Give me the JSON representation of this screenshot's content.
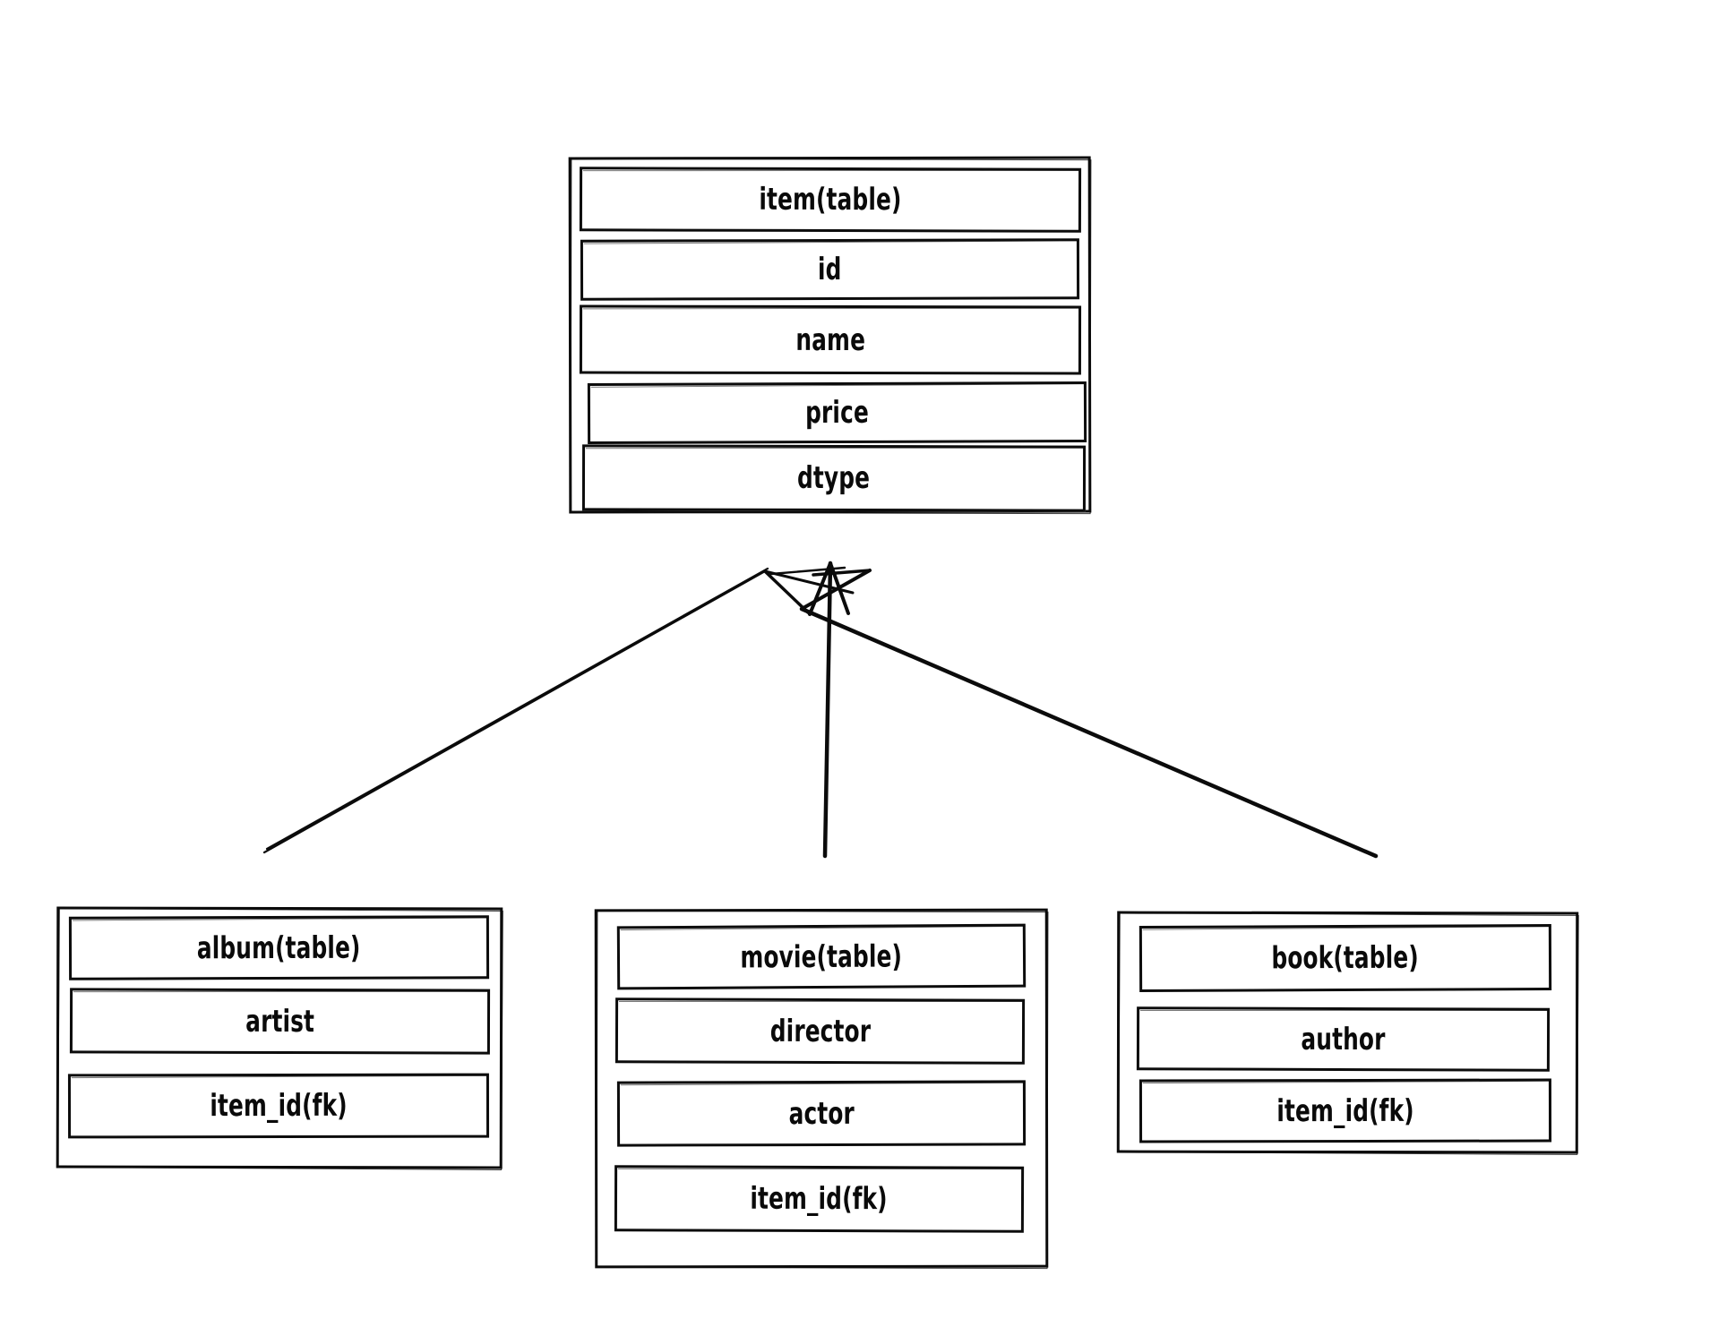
{
  "diagram": {
    "kind": "database-schema-sketch",
    "colors": {
      "stroke": "#0b0b0b",
      "background": "#ffffff"
    },
    "tables": [
      {
        "id": "item",
        "title": "item(table)",
        "fields": [
          "id",
          "name",
          "price",
          "dtype"
        ]
      },
      {
        "id": "album",
        "title": "album(table)",
        "fields": [
          "artist",
          "item_id(fk)"
        ]
      },
      {
        "id": "movie",
        "title": "movie(table)",
        "fields": [
          "director",
          "actor",
          "item_id(fk)"
        ]
      },
      {
        "id": "book",
        "title": "book(table)",
        "fields": [
          "author",
          "item_id(fk)"
        ]
      }
    ],
    "relations": [
      {
        "from": "album",
        "to": "item"
      },
      {
        "from": "movie",
        "to": "item"
      },
      {
        "from": "book",
        "to": "item"
      }
    ]
  }
}
